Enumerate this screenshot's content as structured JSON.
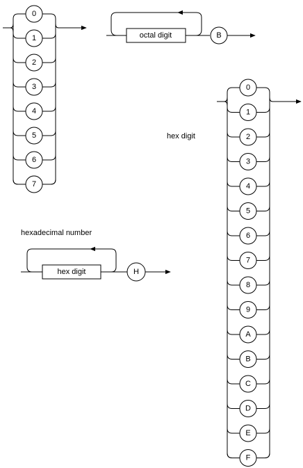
{
  "octal_digit_diagram": {
    "terminals": [
      "0",
      "1",
      "2",
      "3",
      "4",
      "5",
      "6",
      "7"
    ]
  },
  "octal_number_diagram": {
    "box_label": "octal digit",
    "suffix": "B"
  },
  "hexadecimal_number_diagram": {
    "title": "hexadecimal number",
    "box_label": "hex digit",
    "suffix": "H"
  },
  "hex_digit_diagram": {
    "title": "hex digit",
    "terminals": [
      "0",
      "1",
      "2",
      "3",
      "4",
      "5",
      "6",
      "7",
      "8",
      "9",
      "A",
      "B",
      "C",
      "D",
      "E",
      "F"
    ]
  }
}
